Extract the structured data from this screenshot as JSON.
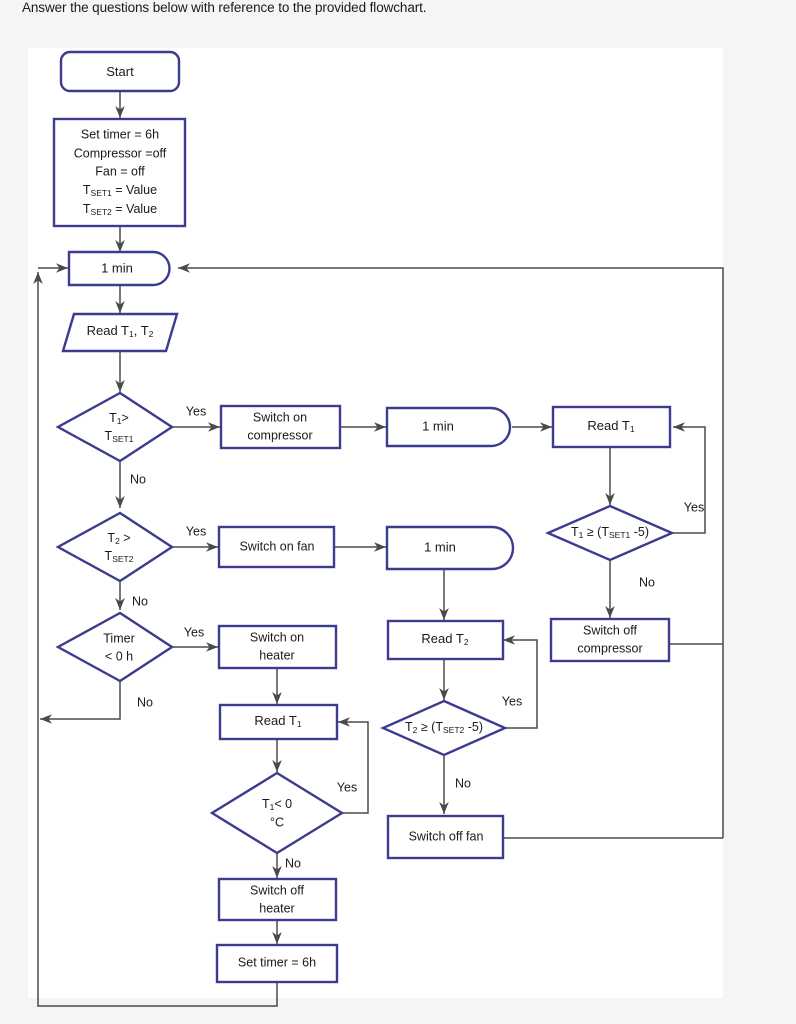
{
  "page": {
    "question_text": "Answer the questions below with reference to the provided flowchart.",
    "background_color": "#f5f5f5",
    "canvas_color": "#ffffff"
  },
  "style": {
    "node_border_color": "#3b3b8f",
    "edge_color": "#4a4a4a",
    "text_color": "#1a1a1a"
  },
  "flowchart": {
    "title": "Refrigeration / HVAC control flowchart",
    "nodes": {
      "start": {
        "label": "Start",
        "shape": "terminator"
      },
      "init": {
        "shape": "process",
        "lines": [
          "Set timer = 6h",
          "Compressor =off",
          "Fan = off",
          "T_SET1 = Value",
          "T_SET2 = Value"
        ],
        "line1": "Set timer = 6h",
        "line2": "Compressor =off",
        "line3": "Fan = off",
        "line4_base": "T",
        "line4_sub": "SET1",
        "line4_rest": " = Value",
        "line5_base": "T",
        "line5_sub": "SET2",
        "line5_rest": " = Value"
      },
      "delay_main": {
        "label": "1 min",
        "shape": "delay"
      },
      "read_t1t2": {
        "base": "Read T",
        "sub1": "1",
        "mid": ", T",
        "sub2": "2",
        "shape": "data"
      },
      "dec_t1": {
        "line1_base": "T",
        "line1_sub": "1",
        "line1_rest": ">",
        "line2_base": "T",
        "line2_sub": "SET1",
        "shape": "decision"
      },
      "switch_on_compressor": {
        "line1": "Switch on",
        "line2": "compressor",
        "shape": "process"
      },
      "delay_comp": {
        "label": "1 min",
        "shape": "delay"
      },
      "read_t1_comp": {
        "base": "Read T",
        "sub": "1",
        "shape": "process"
      },
      "dec_t1_set1_minus5": {
        "prefix": "T",
        "sub1": "1",
        "mid": " ≥ (T",
        "sub2": "SET1",
        "suffix": " -5)",
        "shape": "decision"
      },
      "switch_off_compressor": {
        "line1": "Switch off",
        "line2": "compressor",
        "shape": "process"
      },
      "dec_t2": {
        "line1_base": "T",
        "line1_sub": "2",
        "line1_rest": " >",
        "line2_base": "T",
        "line2_sub": "SET2",
        "shape": "decision"
      },
      "switch_on_fan": {
        "label": "Switch on fan",
        "shape": "process"
      },
      "delay_fan": {
        "label": "1 min",
        "shape": "delay"
      },
      "read_t2": {
        "base": "Read T",
        "sub": "2",
        "shape": "process"
      },
      "dec_t2_set2_minus5": {
        "prefix": "T",
        "sub1": "2",
        "mid": " ≥ (T",
        "sub2": "SET2",
        "suffix": " -5)",
        "shape": "decision"
      },
      "switch_off_fan": {
        "label": "Switch off fan",
        "shape": "process"
      },
      "dec_timer": {
        "line1": "Timer",
        "line2": "< 0 h",
        "shape": "decision"
      },
      "switch_on_heater": {
        "line1": "Switch on",
        "line2": "heater",
        "shape": "process"
      },
      "read_t1_heater": {
        "base": "Read T",
        "sub": "1",
        "shape": "process"
      },
      "dec_t1_below_zero": {
        "line1_base": "T",
        "line1_sub": "1",
        "line1_rest": "< 0",
        "line2": "°C",
        "shape": "decision"
      },
      "switch_off_heater": {
        "line1": "Switch off",
        "line2": "heater",
        "shape": "process"
      },
      "set_timer_6h": {
        "label": "Set timer = 6h",
        "shape": "process"
      }
    },
    "edge_labels": {
      "yes": "Yes",
      "no": "No"
    }
  }
}
